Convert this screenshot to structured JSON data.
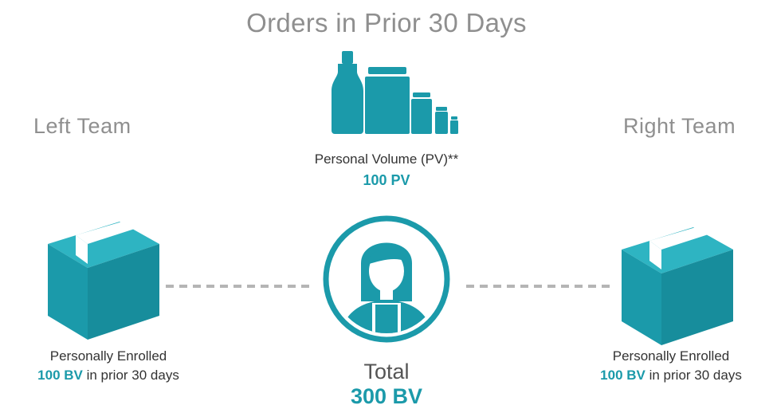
{
  "title": "Orders in Prior 30 Days",
  "left_team": {
    "label": "Left Team",
    "enroll_line1": "Personally Enrolled",
    "enroll_value": "100 BV",
    "enroll_suffix": " in prior 30 days"
  },
  "right_team": {
    "label": "Right Team",
    "enroll_line1": "Personally Enrolled",
    "enroll_value": "100 BV",
    "enroll_suffix": " in prior 30 days"
  },
  "personal": {
    "label": "Personal Volume (PV)**",
    "value": "100 PV"
  },
  "total": {
    "label": "Total",
    "value": "300 BV"
  },
  "colors": {
    "accent": "#1b9aaa",
    "muted_text": "#8f8f8f",
    "dashed_line": "#b5b5b5"
  },
  "icons": [
    "bottles-icon",
    "box-icon",
    "person-avatar-icon"
  ]
}
